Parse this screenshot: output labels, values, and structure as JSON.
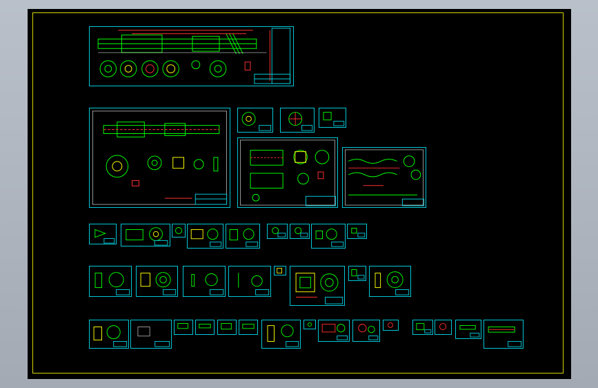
{
  "window": {
    "title": "",
    "background_color": "#000000",
    "sheet_border_color": "#00c8d8",
    "drawing_border_color": "#d6d600",
    "line_colors": [
      "#00ff00",
      "#ff3030",
      "#ffffff",
      "#ffff00",
      "#00c8d8"
    ]
  },
  "sheets": [
    {
      "id": "assembly-main",
      "kind": "assembly"
    },
    {
      "id": "shaft-drawing",
      "kind": "shaft"
    },
    {
      "id": "part-a",
      "kind": "part"
    },
    {
      "id": "part-b",
      "kind": "part"
    },
    {
      "id": "part-c",
      "kind": "part"
    },
    {
      "id": "housing-drawing",
      "kind": "housing"
    },
    {
      "id": "roller-drawing",
      "kind": "roller"
    }
  ],
  "rows": {
    "row3_count": 9,
    "row4_count": 8,
    "row5_count": 15
  }
}
